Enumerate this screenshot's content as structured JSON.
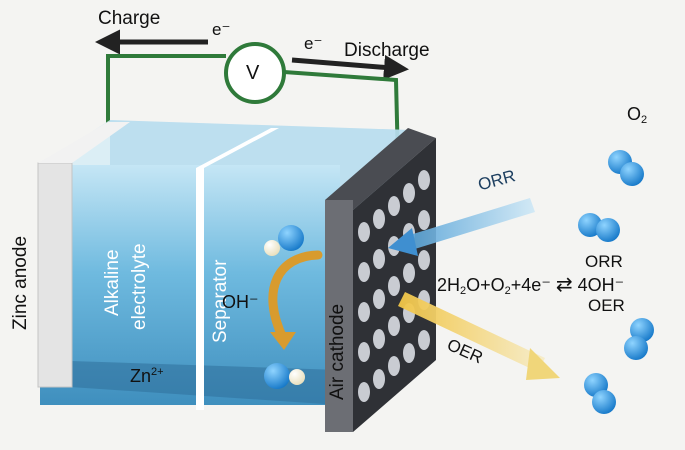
{
  "top": {
    "charge": "Charge",
    "discharge": "Discharge",
    "electron_left": "e⁻",
    "electron_right": "e⁻",
    "voltmeter": "V"
  },
  "cell": {
    "zinc_anode": "Zinc anode",
    "electrolyte_line1": "Alkaline",
    "electrolyte_line2": "electrolyte",
    "separator": "Separator",
    "hydroxide": "OH⁻",
    "zinc_ion": "Zn",
    "zinc_ion_charge": "2+",
    "air_cathode": "Air cathode"
  },
  "reactions": {
    "oxygen": "O",
    "oxygen_sub": "2",
    "orr_arrow_label": "ORR",
    "oer_arrow_label": "OER",
    "equation_1": "2H",
    "equation_sub_1": "2",
    "equation_2": "O+O",
    "equation_sub_2": "2",
    "equation_3": "+4e⁻",
    "equation_arrows": "⇄",
    "equation_4": "4OH⁻",
    "orr_top": "ORR",
    "oer_bottom": "OER"
  },
  "colors": {
    "electrolyte_blue": "#5aaed6",
    "wire_green": "#2f7a3a",
    "oxygen_blue": "#1f8fdc",
    "orr_arrow": "#6fb6e6",
    "oer_arrow": "#e8c14a",
    "cathode_dark": "#2f3136"
  }
}
